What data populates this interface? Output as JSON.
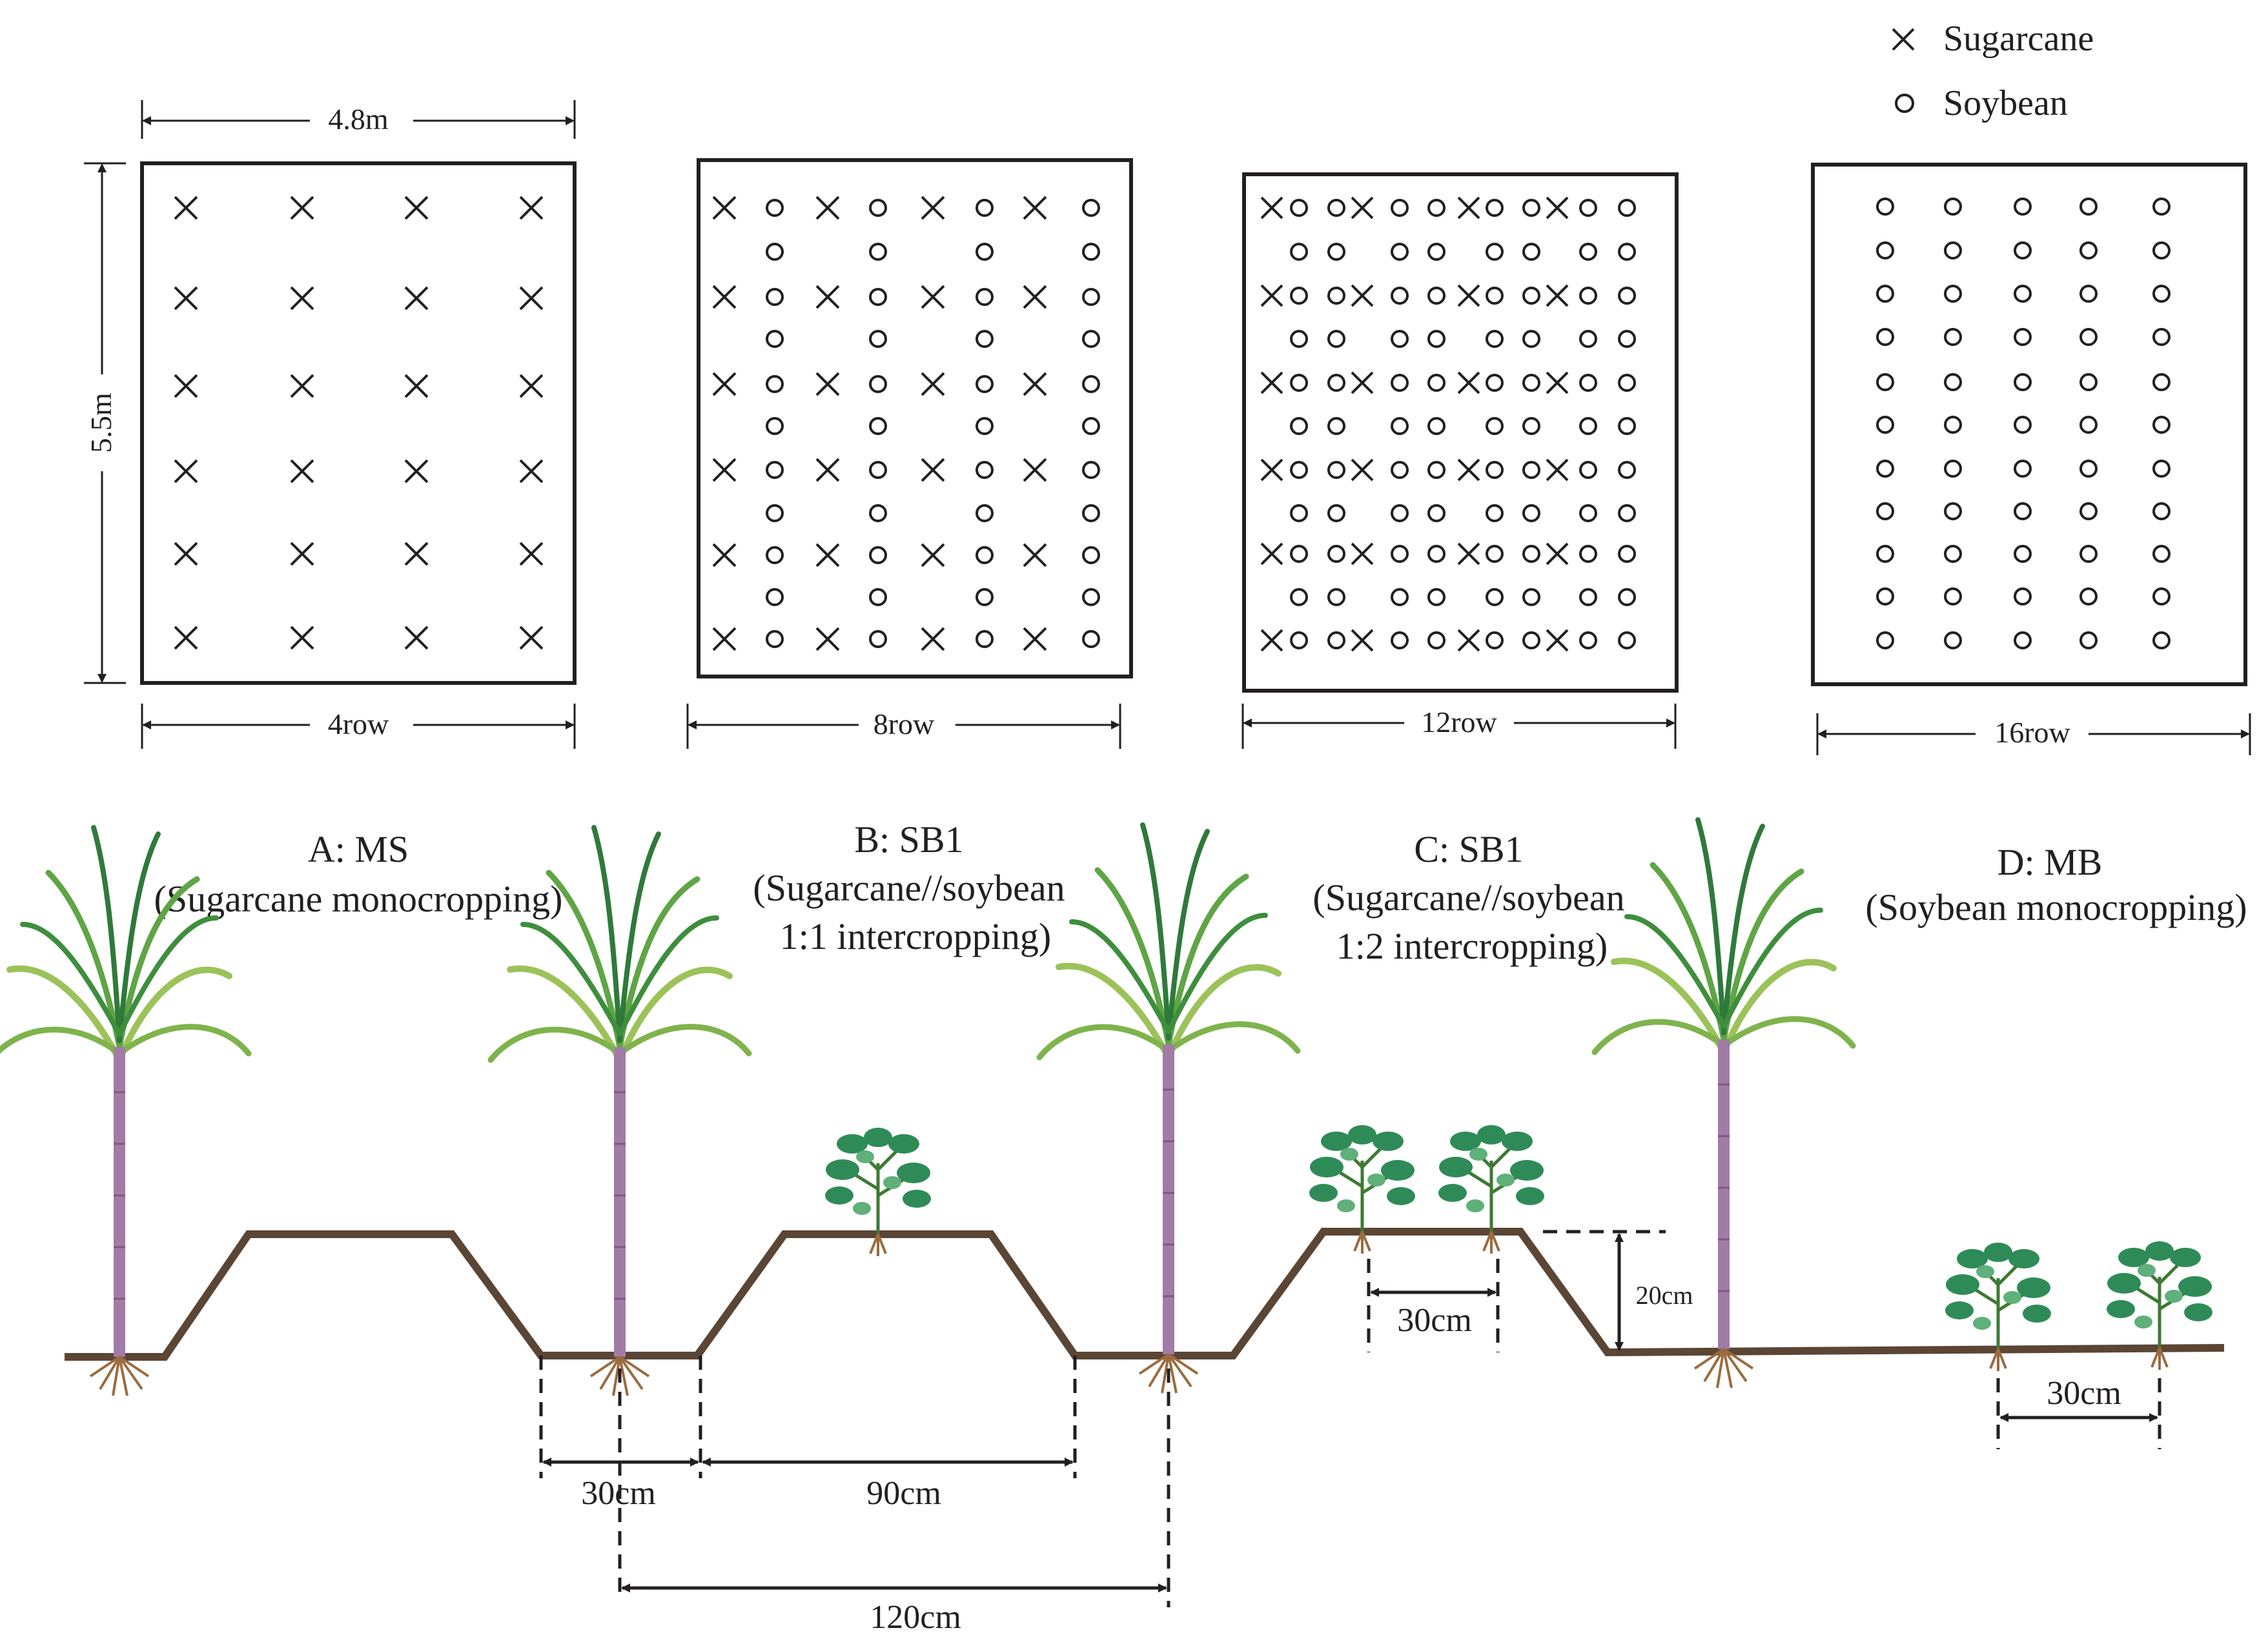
{
  "legend": [
    {
      "symbol": "cross",
      "label": "Sugarcane"
    },
    {
      "symbol": "circle",
      "label": "Soybean"
    }
  ],
  "plot_dimensions": {
    "width_label": "4.8m",
    "height_label": "5.5m"
  },
  "layouts": [
    {
      "id": "A",
      "row_label": "4row",
      "title_line1": "A: MS",
      "title_line2": "(Sugarcane monocropping)",
      "title_line3": ""
    },
    {
      "id": "B",
      "row_label": "8row",
      "title_line1": "B: SB1",
      "title_line2": "(Sugarcane//soybean",
      "title_line3": "1:1 intercropping)"
    },
    {
      "id": "C",
      "row_label": "12row",
      "title_line1": "C: SB1",
      "title_line2": "(Sugarcane//soybean",
      "title_line3": "1:2 intercropping)"
    },
    {
      "id": "D",
      "row_label": "16row",
      "title_line1": "D: MB",
      "title_line2": "(Soybean monocropping)",
      "title_line3": ""
    }
  ],
  "cross_section": {
    "dim_30cm_a": "30cm",
    "dim_90cm": "90cm",
    "dim_120cm": "120cm",
    "dim_30cm_ridge": "30cm",
    "dim_20cm": "20cm",
    "dim_30cm_mono": "30cm"
  },
  "colors": {
    "ink": "#231f20",
    "soil": "#5b4534",
    "sugarcane_stem": "#a27ba6",
    "leaf_light": "#9cc25a",
    "leaf_dark": "#2f7a3a",
    "soy_leaf": "#2e8b57",
    "root": "#9a6b3f"
  }
}
